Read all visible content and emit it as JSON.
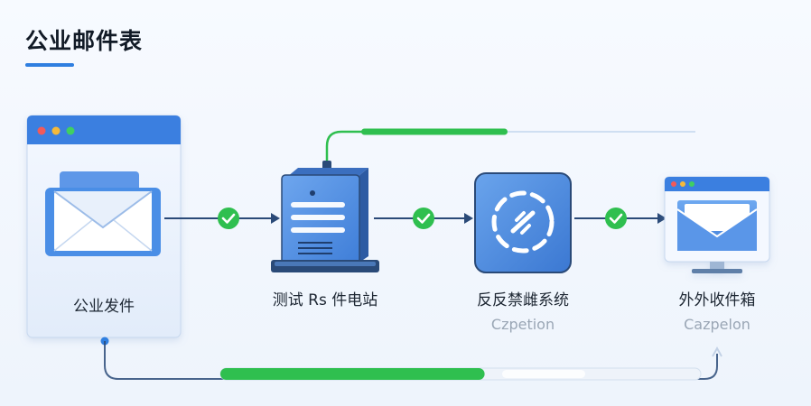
{
  "title": "公业邮件表",
  "nodes": [
    {
      "label": "公业发件",
      "sublabel": "",
      "icon": "envelope-icon"
    },
    {
      "label": "测试 Rs 件电站",
      "sublabel": "",
      "icon": "server-icon"
    },
    {
      "label": "反反禁雌系统",
      "sublabel": "Czpetion",
      "icon": "security-filter-icon"
    },
    {
      "label": "外外收件箱",
      "sublabel": "Cazpelon",
      "icon": "inbox-monitor-icon"
    }
  ],
  "progress": {
    "value": 0.55
  },
  "colors": {
    "accent": "#2f7fe0",
    "success": "#2fbf4f",
    "node_blue": "#4a8ee6",
    "dark_navy": "#2a4a78"
  }
}
